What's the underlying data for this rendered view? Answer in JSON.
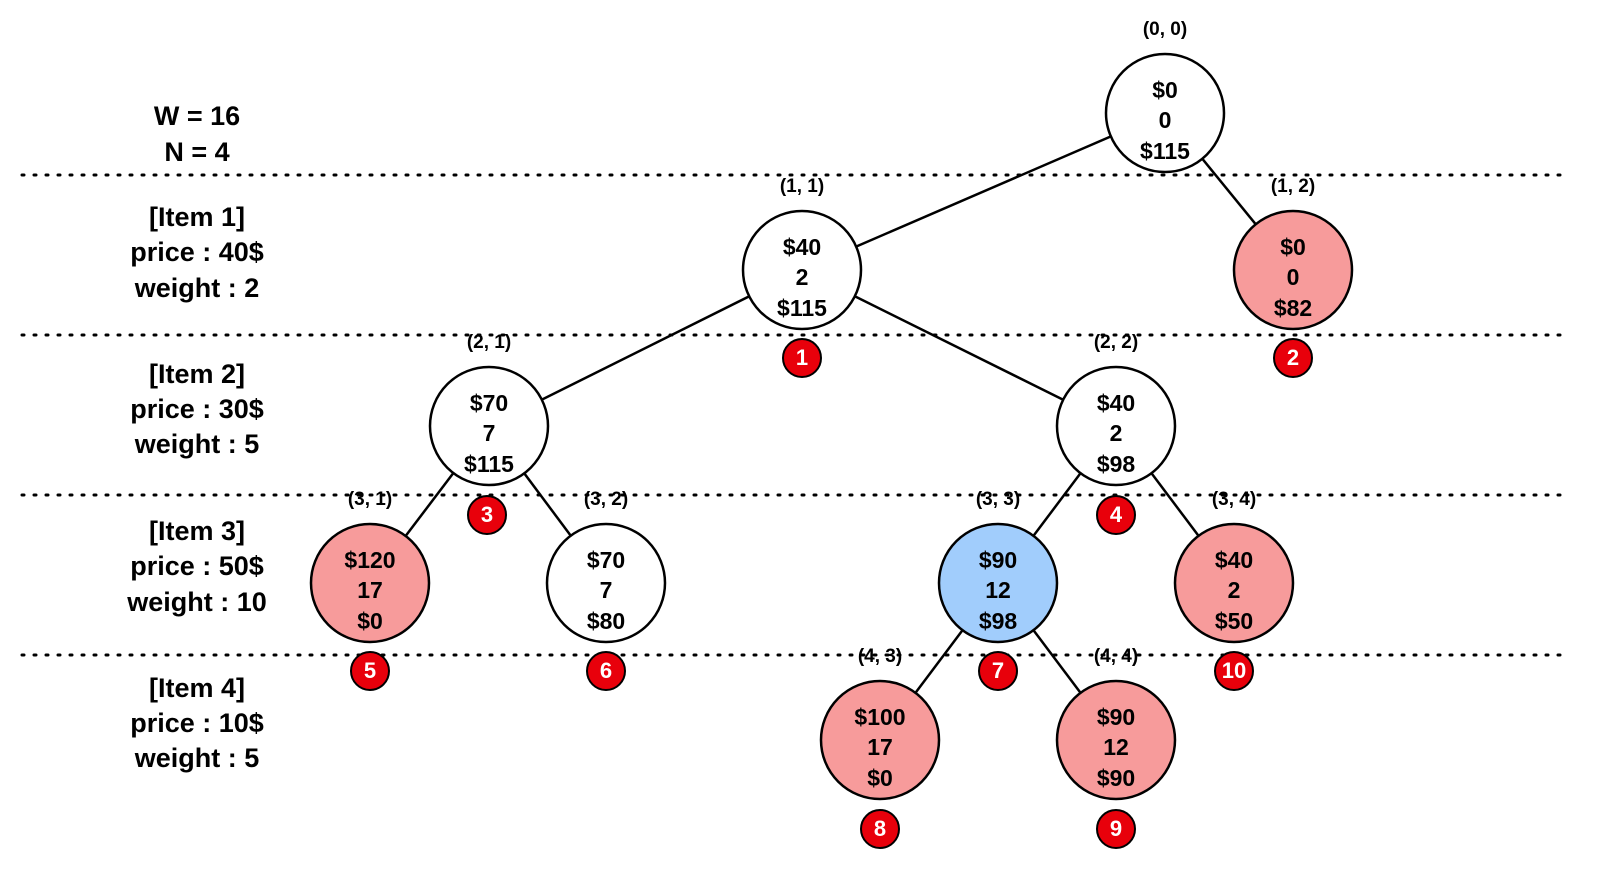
{
  "header": {
    "capacity": "W = 16",
    "count": "N = 4"
  },
  "levels": [
    {
      "title": "[Item 1]",
      "price": "price : 40$",
      "weight": "weight : 2"
    },
    {
      "title": "[Item 2]",
      "price": "price : 30$",
      "weight": "weight : 5"
    },
    {
      "title": "[Item 3]",
      "price": "price : 50$",
      "weight": "weight : 10"
    },
    {
      "title": "[Item 4]",
      "price": "price : 10$",
      "weight": "weight : 5"
    }
  ],
  "colors": {
    "normal": "#ffffff",
    "pruned": "#f79b9b",
    "optimal": "#a1cdfc",
    "badge": "#e8000b",
    "stroke": "#000000"
  },
  "nodes": [
    {
      "id": "0-0",
      "coord": "(0, 0)",
      "profit": "$0",
      "weight": "0",
      "bound": "$115",
      "state": "normal"
    },
    {
      "id": "1-1",
      "coord": "(1, 1)",
      "profit": "$40",
      "weight": "2",
      "bound": "$115",
      "state": "normal",
      "order": "1"
    },
    {
      "id": "1-2",
      "coord": "(1, 2)",
      "profit": "$0",
      "weight": "0",
      "bound": "$82",
      "state": "pruned",
      "order": "2"
    },
    {
      "id": "2-1",
      "coord": "(2, 1)",
      "profit": "$70",
      "weight": "7",
      "bound": "$115",
      "state": "normal",
      "order": "3"
    },
    {
      "id": "2-2",
      "coord": "(2, 2)",
      "profit": "$40",
      "weight": "2",
      "bound": "$98",
      "state": "normal",
      "order": "4"
    },
    {
      "id": "3-1",
      "coord": "(3, 1)",
      "profit": "$120",
      "weight": "17",
      "bound": "$0",
      "state": "pruned",
      "order": "5"
    },
    {
      "id": "3-2",
      "coord": "(3, 2)",
      "profit": "$70",
      "weight": "7",
      "bound": "$80",
      "state": "normal",
      "order": "6"
    },
    {
      "id": "3-3",
      "coord": "(3, 3)",
      "profit": "$90",
      "weight": "12",
      "bound": "$98",
      "state": "optimal",
      "order": "7"
    },
    {
      "id": "3-4",
      "coord": "(3, 4)",
      "profit": "$40",
      "weight": "2",
      "bound": "$50",
      "state": "pruned",
      "order": "10"
    },
    {
      "id": "4-3",
      "coord": "(4, 3)",
      "profit": "$100",
      "weight": "17",
      "bound": "$0",
      "state": "pruned",
      "order": "8"
    },
    {
      "id": "4-4",
      "coord": "(4, 4)",
      "profit": "$90",
      "weight": "12",
      "bound": "$90",
      "state": "pruned",
      "order": "9"
    }
  ],
  "edges": [
    [
      "0-0",
      "1-1"
    ],
    [
      "0-0",
      "1-2"
    ],
    [
      "1-1",
      "2-1"
    ],
    [
      "1-1",
      "2-2"
    ],
    [
      "2-1",
      "3-1"
    ],
    [
      "2-1",
      "3-2"
    ],
    [
      "2-2",
      "3-3"
    ],
    [
      "2-2",
      "3-4"
    ],
    [
      "3-3",
      "4-3"
    ],
    [
      "3-3",
      "4-4"
    ]
  ]
}
